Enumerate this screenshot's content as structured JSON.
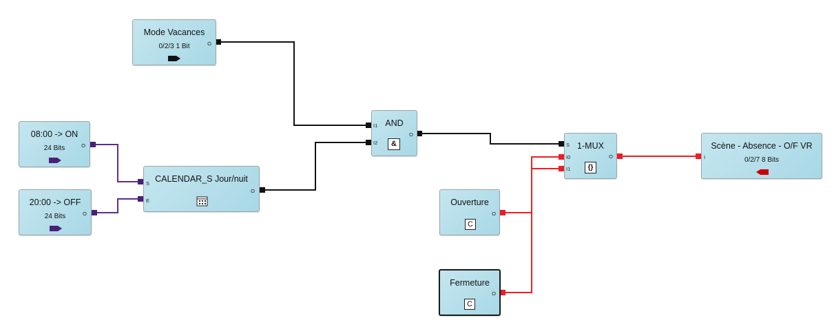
{
  "nodes": {
    "mode_vacances": {
      "title": "Mode Vacances",
      "subtitle": "0/2/3 1 Bit",
      "out": "O",
      "icon": "send-tag-icon"
    },
    "on_0800": {
      "title": "08:00 -> ON",
      "subtitle": "24 Bits",
      "out": "O",
      "icon": "send-tag-icon"
    },
    "off_2000": {
      "title": "20:00 -> OFF",
      "subtitle": "24 Bits",
      "out": "O",
      "icon": "send-tag-icon"
    },
    "calendar": {
      "title": "CALENDAR_S Jour/nuit",
      "in_s": "S",
      "in_e": "E",
      "out": "O",
      "icon": "calendar-icon"
    },
    "and_gate": {
      "title": "AND",
      "in1": "I1",
      "in2": "I2",
      "out": "O",
      "icon_text": "&"
    },
    "mux": {
      "title": "1-MUX",
      "in_s": "S",
      "in0": "I0",
      "in1": "I1",
      "out": "O",
      "icon_text": "{}"
    },
    "scene": {
      "title": "Scène - Absence - O/F VR",
      "subtitle": "0/2/7 8 Bits",
      "in": "I",
      "icon": "receive-tag-icon"
    },
    "ouverture": {
      "title": "Ouverture",
      "out": "O",
      "icon_text": "C"
    },
    "fermeture": {
      "title": "Fermeture",
      "out": "O",
      "icon_text": "C"
    }
  },
  "colors": {
    "wire_bit": "#111111",
    "wire_time": "#5b2d8e",
    "wire_byte": "#ee1c25",
    "node_fill": "#b2dde9",
    "tag_send": "#111111",
    "tag_time": "#4a1f7a",
    "tag_receive": "#cc0000"
  }
}
